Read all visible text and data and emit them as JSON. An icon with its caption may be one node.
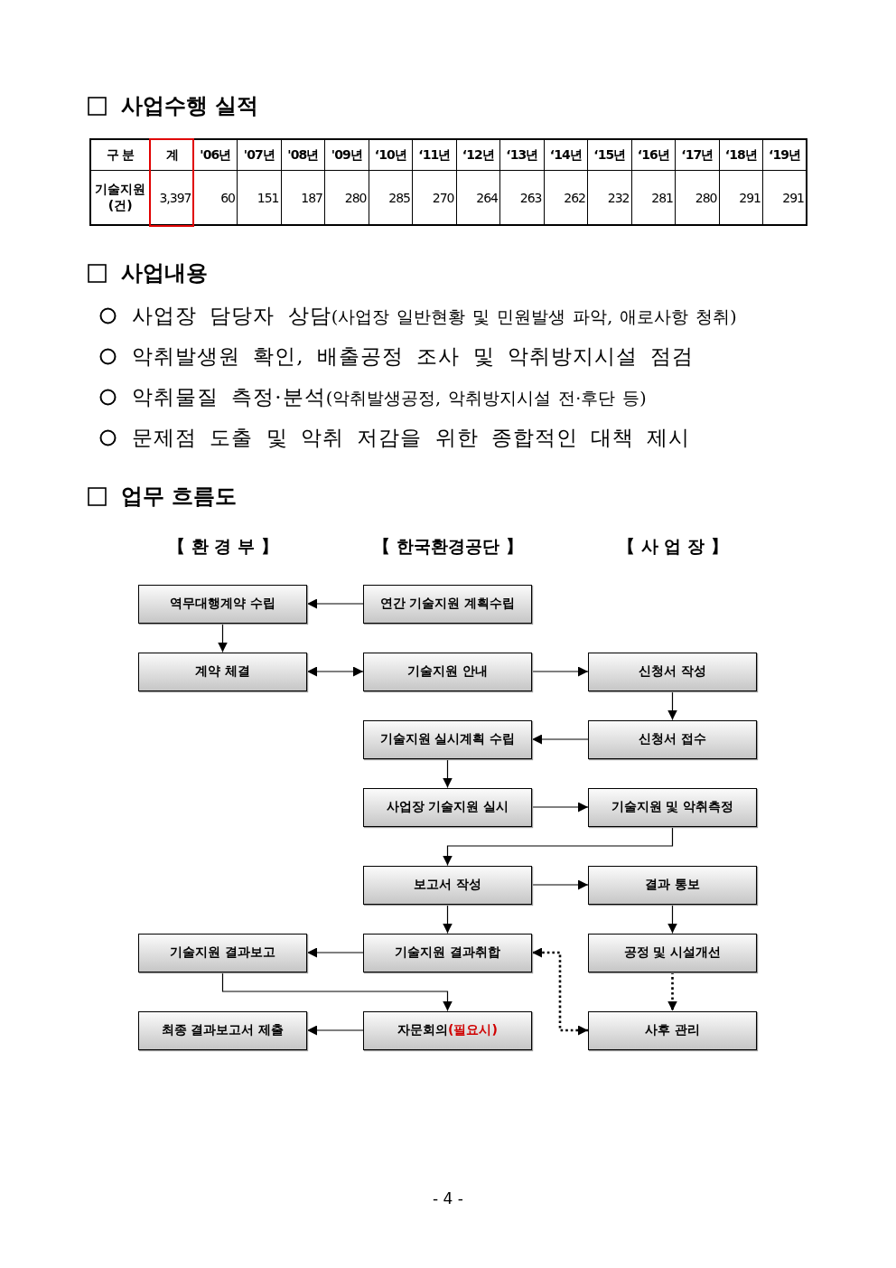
{
  "diagram": {
    "nodes": [
      {
        "text": [
          "역무대행계약 수립"
        ]
      },
      {
        "text": [
          "연간 기술지원 계획수립"
        ]
      },
      {
        "text": [
          "계약 체결"
        ]
      },
      {
        "text": [
          "기술지원 안내"
        ]
      },
      {
        "text": [
          "신청서 작성"
        ]
      },
      {
        "text": [
          "기술지원 실시계획 수립"
        ]
      },
      {
        "text": [
          "신청서 접수"
        ]
      },
      {
        "text": [
          "사업장 기술지원 실시"
        ]
      },
      {
        "text": [
          "기술지원 및 악취측정"
        ]
      },
      {
        "text": [
          "보고서 작성"
        ]
      },
      {
        "text": [
          "결과 통보"
        ]
      },
      {
        "text": [
          "기술지원 결과보고"
        ]
      },
      {
        "text": [
          "기술지원 결과취합"
        ]
      },
      {
        "text": [
          "공정 및 시설개선"
        ]
      },
      {
        "text": [
          "최종 결과보고서 제출"
        ]
      },
      {
        "text": [
          "자문회의",
          "(필요시)"
        ]
      },
      {
        "text": [
          "사후 관리"
        ]
      }
    ],
    "edges": [
      {
        "from": 1,
        "to": 0,
        "arrow": "to"
      },
      {
        "from": 0,
        "to": 2,
        "arrow": "to"
      },
      {
        "from": 2,
        "to": 3,
        "arrow": "both"
      },
      {
        "from": 3,
        "to": 4,
        "arrow": "to"
      },
      {
        "from": 4,
        "to": 6,
        "arrow": "to"
      },
      {
        "from": 6,
        "to": 5,
        "arrow": "to"
      },
      {
        "from": 5,
        "to": 7,
        "arrow": "to"
      },
      {
        "from": 7,
        "to": 8,
        "arrow": "to"
      },
      {
        "from": 8,
        "to": 9,
        "arrow": "to"
      },
      {
        "from": 9,
        "to": 10,
        "arrow": "to"
      },
      {
        "from": 9,
        "to": 12,
        "arrow": "to"
      },
      {
        "from": 10,
        "to": 13,
        "arrow": "to"
      },
      {
        "from": 12,
        "to": 11,
        "arrow": "to"
      },
      {
        "from": 11,
        "to": 15,
        "arrow": "to"
      },
      {
        "from": 15,
        "to": 14,
        "arrow": "to"
      },
      {
        "from": 13,
        "to": 16,
        "arrow": "to",
        "style": "dashed"
      },
      {
        "from": 12,
        "to": 16,
        "arrow": "both",
        "style": "dashed"
      }
    ],
    "labels": [
      "사업수행 실적",
      "구 분",
      "계",
      "'06년",
      "'07년",
      "'08년",
      "'09년",
      "‘10년",
      "‘11년",
      "‘12년",
      "‘13년",
      "‘14년",
      "‘15년",
      "‘16년",
      "‘17년",
      "‘18년",
      "‘19년",
      "기술지원 (건)",
      "3,397",
      "60",
      "151",
      "187",
      "280",
      "285",
      "270",
      "264",
      "263",
      "262",
      "232",
      "281",
      "280",
      "291",
      "291",
      "사업내용",
      "사업장 담당자 상담",
      "(사업장 일반현황 및 민원발생 파악, 애로사항 청취)",
      "악취발생원 확인, 배출공정 조사 및 악취방지시설 점검",
      "악취물질 측정·분석",
      "(악취발생공정, 악취방지시설 전·후단 등)",
      "문제점 도출 및 악취 저감을 위한 종합적인 대책 제시",
      "업무 흐름도",
      "【 환 경 부 】",
      "【 한국환경공단 】",
      "【 사 업 장 】",
      "- 4 -"
    ]
  }
}
